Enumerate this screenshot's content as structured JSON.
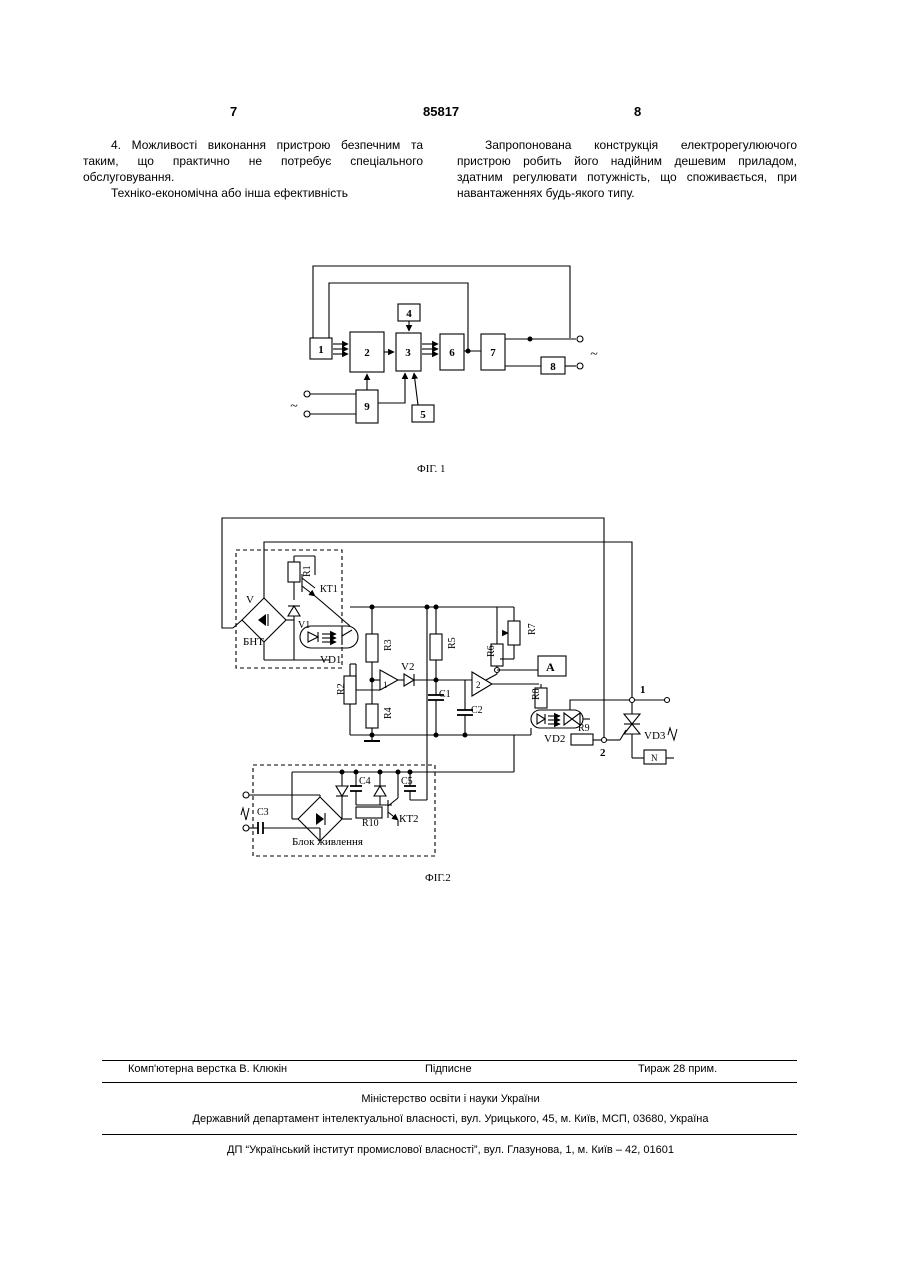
{
  "header": {
    "left_page": "7",
    "patent_number": "85817",
    "right_page": "8"
  },
  "left_column": [
    "4. Можливості виконання пристрою безпечним та таким, що практично не потребує спеціального обслуговування.",
    "Техніко-економічна або інша ефективність"
  ],
  "right_column": [
    "Запропонована конструкція електрорегулюючого пристрою робить його надійним дешевим приладом, здатним регулювати потужність, що споживається, при навантаженнях будь-якого типу."
  ],
  "fig1": {
    "caption": "ФІГ. 1",
    "blocks": [
      "1",
      "2",
      "3",
      "4",
      "5",
      "6",
      "7",
      "8",
      "9"
    ],
    "ac_symbol": "~"
  },
  "fig2": {
    "caption": "ФІГ.2",
    "labels": {
      "v": "V",
      "bnt": "БНТ",
      "r1": "R1",
      "kt1": "КТ1",
      "v1": "V1",
      "vd1": "VD1",
      "r2": "R2",
      "r3": "R3",
      "r4": "R4",
      "r5": "R5",
      "r6": "R6",
      "r7": "R7",
      "r8": "R8",
      "r9": "R9",
      "r10": "R10",
      "v2": "V2",
      "c1": "C1",
      "c2": "C2",
      "c3": "C3",
      "c4": "C4",
      "c5": "C5",
      "op1": "1",
      "op2": "2",
      "a": "A",
      "node1": "1",
      "node2": "2",
      "vd2": "VD2",
      "vd3": "VD3",
      "n": "N",
      "kt2": "КТ2",
      "power_block": "Блок живлення"
    }
  },
  "footer": {
    "typesetting": "Комп'ютерна верстка В. Клюкін",
    "signed": "Підписне",
    "circulation": "Тираж 28 прим.",
    "ministry": "Міністерство освіти і науки України",
    "department": "Державний департамент інтелектуальної власності, вул. Урицького, 45, м. Київ, МСП, 03680, Україна",
    "institute": "ДП “Український інститут промислової власності”, вул. Глазунова, 1, м. Київ – 42, 01601"
  }
}
